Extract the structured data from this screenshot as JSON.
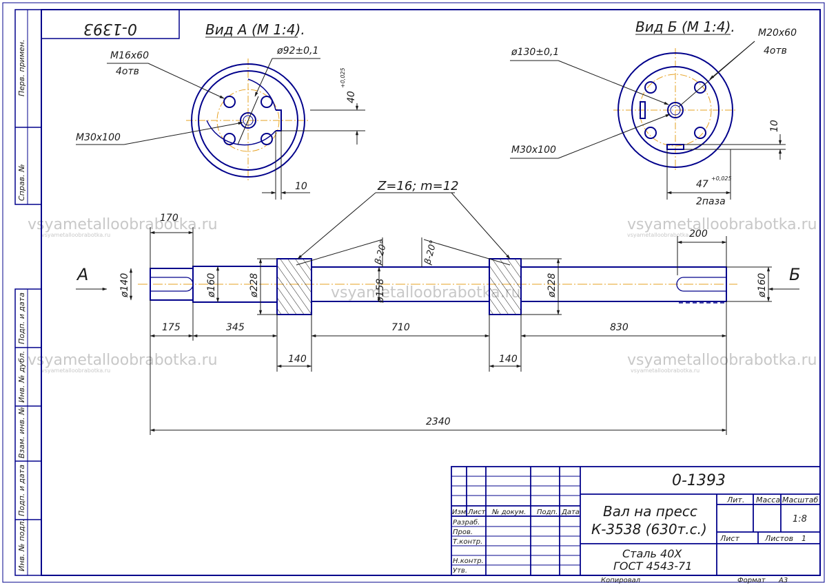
{
  "frame": {
    "corner_code": "0-1393",
    "side_labels": [
      "Перв. примен.",
      "Справ. №",
      "Подп. и дата",
      "Инв. № дубл.",
      "Взам. инв. №",
      "Подп. и дата",
      "Инв. № подл."
    ]
  },
  "view_a": {
    "title": "Вид А (М 1:4).",
    "hole_callout": "М16х60",
    "hole_count": "4отв",
    "diameter": "ø92±0,1",
    "center_thread": "М30х100",
    "keyway_depth": "40",
    "keyway_tol": "+0,025",
    "keyway_width": "10"
  },
  "view_b": {
    "title": "Вид Б (М 1:4).",
    "hole_callout": "М20х60",
    "hole_count": "4отв",
    "diameter": "ø130±0,1",
    "center_thread": "М30х100",
    "keyway_width": "10",
    "keyway_depth": "47",
    "keyway_tol": "+0,025",
    "keyway_count": "2паза"
  },
  "shaft": {
    "gear_note": "Z=16; m=12",
    "helix_left": "β-20°",
    "helix_right": "β-20°",
    "end_a_label": "А",
    "end_b_label": "Б",
    "diam_end_a": "ø140",
    "diam_step_a": "ø160",
    "diam_gear_left": "ø228",
    "diam_middle": "ø158",
    "diam_gear_right": "ø228",
    "diam_end_b": "ø160",
    "len_top_a": "170",
    "len_top_b": "200",
    "seg_175": "175",
    "seg_345": "345",
    "seg_710": "710",
    "seg_830": "830",
    "gear_w_left": "140",
    "gear_w_right": "140",
    "overall": "2340"
  },
  "watermark": {
    "big": "vsyametalloobrabotka.ru",
    "small": "vsyametalloobrabotka.ru"
  },
  "title_block": {
    "doc_code": "0-1393",
    "name_line1": "Вал на пресс",
    "name_line2": "К-3538 (630т.с.)",
    "material_line1": "Сталь 40Х",
    "material_line2": "ГОСТ 4543-71",
    "hdr_izm": "Изм.",
    "hdr_list": "Лист",
    "hdr_docnum": "№ докум.",
    "hdr_podp": "Подп.",
    "hdr_data": "Дата",
    "row_razrab": "Разраб.",
    "row_prov": "Пров.",
    "row_tkontr": "Т.контр.",
    "row_nkontr": "Н.контр.",
    "row_utv": "Утв.",
    "lit": "Лит.",
    "massa": "Масса",
    "masshtab": "Масштаб",
    "scale_value": "1:8",
    "list_label": "Лист",
    "listov_label": "Листов",
    "listov_value": "1",
    "kopiroval": "Копировал",
    "format": "Формат",
    "format_value": "А3"
  },
  "colors": {
    "outline": "#00008b",
    "lines": "#1a1a1a",
    "axis": "#e6a020",
    "watermark": "#c8c8c8"
  }
}
